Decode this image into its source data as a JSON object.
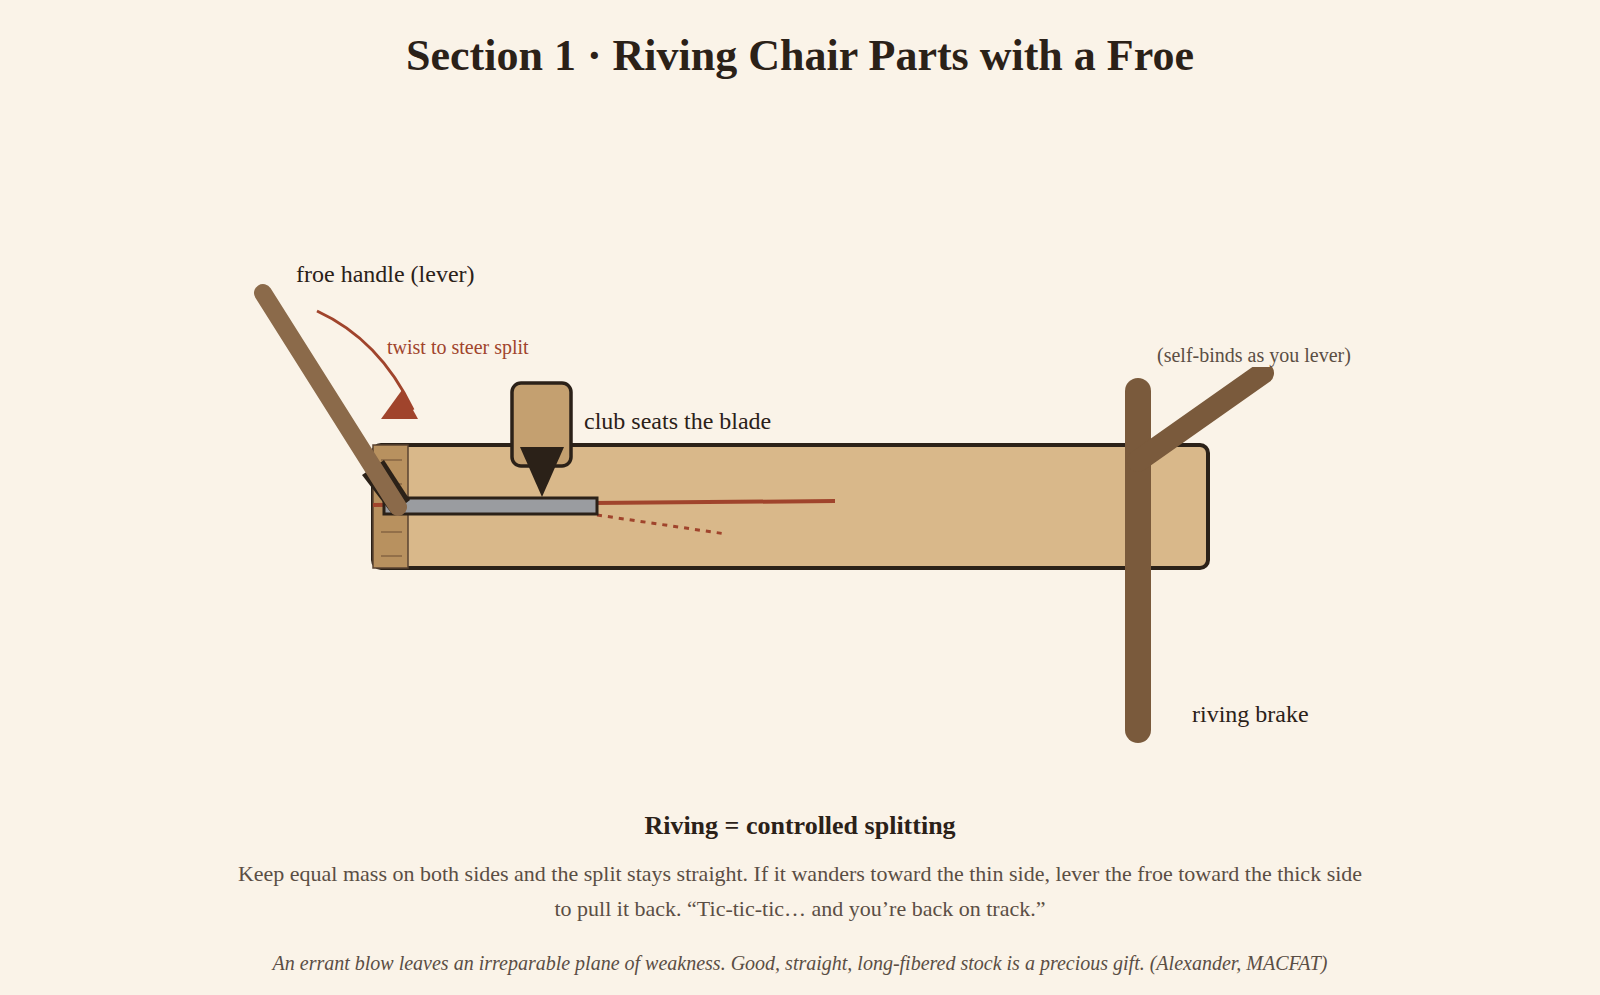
{
  "diagram": {
    "title": "Section 1 · Riving Chair Parts with a Froe",
    "labels": [
      "froe handle (lever)",
      "twist to steer split",
      "club seats the blade",
      "(self-binds as you lever)",
      "riving brake",
      "Riving = controlled splitting",
      "Keep equal mass on both sides and the split stays straight. If it wanders toward the thin side, lever the froe toward the thick side to pull it back. “Tic-tic-tic… and you’re back on track.”",
      "An errant blow leaves an irreparable plane of weakness. Good, straight, long-fibered stock is a precious gift. (Alexander, MACFAT)"
    ]
  }
}
